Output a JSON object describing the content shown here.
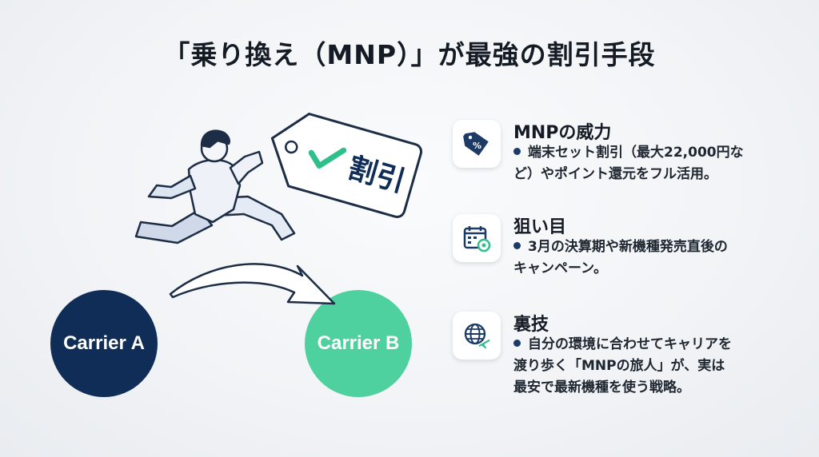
{
  "title": "「乗り換え（MNP）」が最強の割引手段",
  "tag_text": "割引",
  "carriers": {
    "a": {
      "label": "Carrier A",
      "color": "#0f2d57"
    },
    "b": {
      "label": "Carrier B",
      "color": "#4fd19f"
    }
  },
  "points": [
    {
      "heading": "MNPの威力",
      "icon": "price-tag-percent-icon",
      "lines": [
        "端末セット割引（最大22,000円な",
        "ど）やポイント還元をフル活用。"
      ]
    },
    {
      "heading": "狙い目",
      "icon": "calendar-target-icon",
      "lines": [
        "3月の決算期や新機種発売直後の",
        "キャンペーン。"
      ]
    },
    {
      "heading": "裏技",
      "icon": "globe-airplane-icon",
      "lines": [
        "自分の環境に合わせてキャリアを",
        "渡り歩く「MNPの旅人」が、実は",
        "最安で最新機種を使う戦略。"
      ]
    }
  ],
  "colors": {
    "navy": "#0f2d57",
    "mint": "#4fd19f",
    "check": "#2fbf8a"
  }
}
